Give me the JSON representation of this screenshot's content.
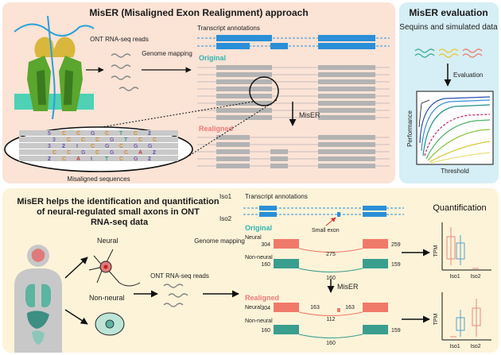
{
  "approach": {
    "title": "MisER (Misaligned Exon Realignment) approach",
    "ont_reads": "ONT RNA-seq reads",
    "genome_mapping": "Genome mapping",
    "transcript_annotations": "Transcript annotations",
    "original": "Original",
    "realigned": "Realigned",
    "miser_arrow": "MisER",
    "misaligned_sequences": "Misaligned sequences",
    "seq_rows": [
      {
        "letters": [
          "5",
          "C",
          "C",
          "G",
          "C",
          "T",
          "C",
          "2"
        ]
      },
      {
        "letters": [
          "3",
          "C",
          "C",
          "C",
          "G",
          "T",
          "C",
          "C"
        ]
      },
      {
        "letters": [
          "3",
          "2",
          "I",
          "C",
          "G",
          "C",
          "G",
          "G"
        ]
      },
      {
        "letters": [
          "C",
          "C",
          "G",
          "C",
          "G",
          "C",
          "A",
          "2"
        ]
      },
      {
        "letters": [
          "2",
          "C",
          "A",
          "I",
          "T",
          "C",
          "G",
          "2"
        ]
      }
    ]
  },
  "evaluation": {
    "title": "MisER evaluation",
    "source": "Sequins and simulated data",
    "evaluation_label": "Evaluation",
    "y_axis": "Performance",
    "x_axis": "Threshold",
    "colors": [
      "#f2a93b",
      "#3b8fd4",
      "#e04b8c",
      "#4db36a",
      "#d4c93b"
    ]
  },
  "lower": {
    "title_line1": "MisER helps the identification and quantification",
    "title_line2": "of neural-regulated small axons in ONT",
    "title_line3": "RNA-seq data",
    "neural": "Neural",
    "non_neural": "Non-neural",
    "ont_reads": "ONT RNA-seq reads",
    "genome_mapping": "Genome mapping",
    "iso1": "Iso1",
    "iso2": "Iso2",
    "transcript_annotations": "Transcript annotations",
    "small_exon": "Small exon",
    "original": "Original",
    "realigned": "Realigned",
    "miser_arrow": "MisER",
    "quantification": "Quantification",
    "original_counts": {
      "neural_left": "304",
      "neural_junction": "275",
      "neural_right": "259",
      "nonneural_left": "160",
      "nonneural_junction": "160",
      "nonneural_right": "159"
    },
    "realigned_counts": {
      "neural_left": "304",
      "neural_j1": "163",
      "neural_j2": "163",
      "neural_skip": "112",
      "nonneural_left": "160",
      "nonneural_junction": "160",
      "nonneural_right": "159"
    },
    "tpm_label": "TPM",
    "quant_x": [
      "Iso1",
      "Iso2"
    ]
  }
}
